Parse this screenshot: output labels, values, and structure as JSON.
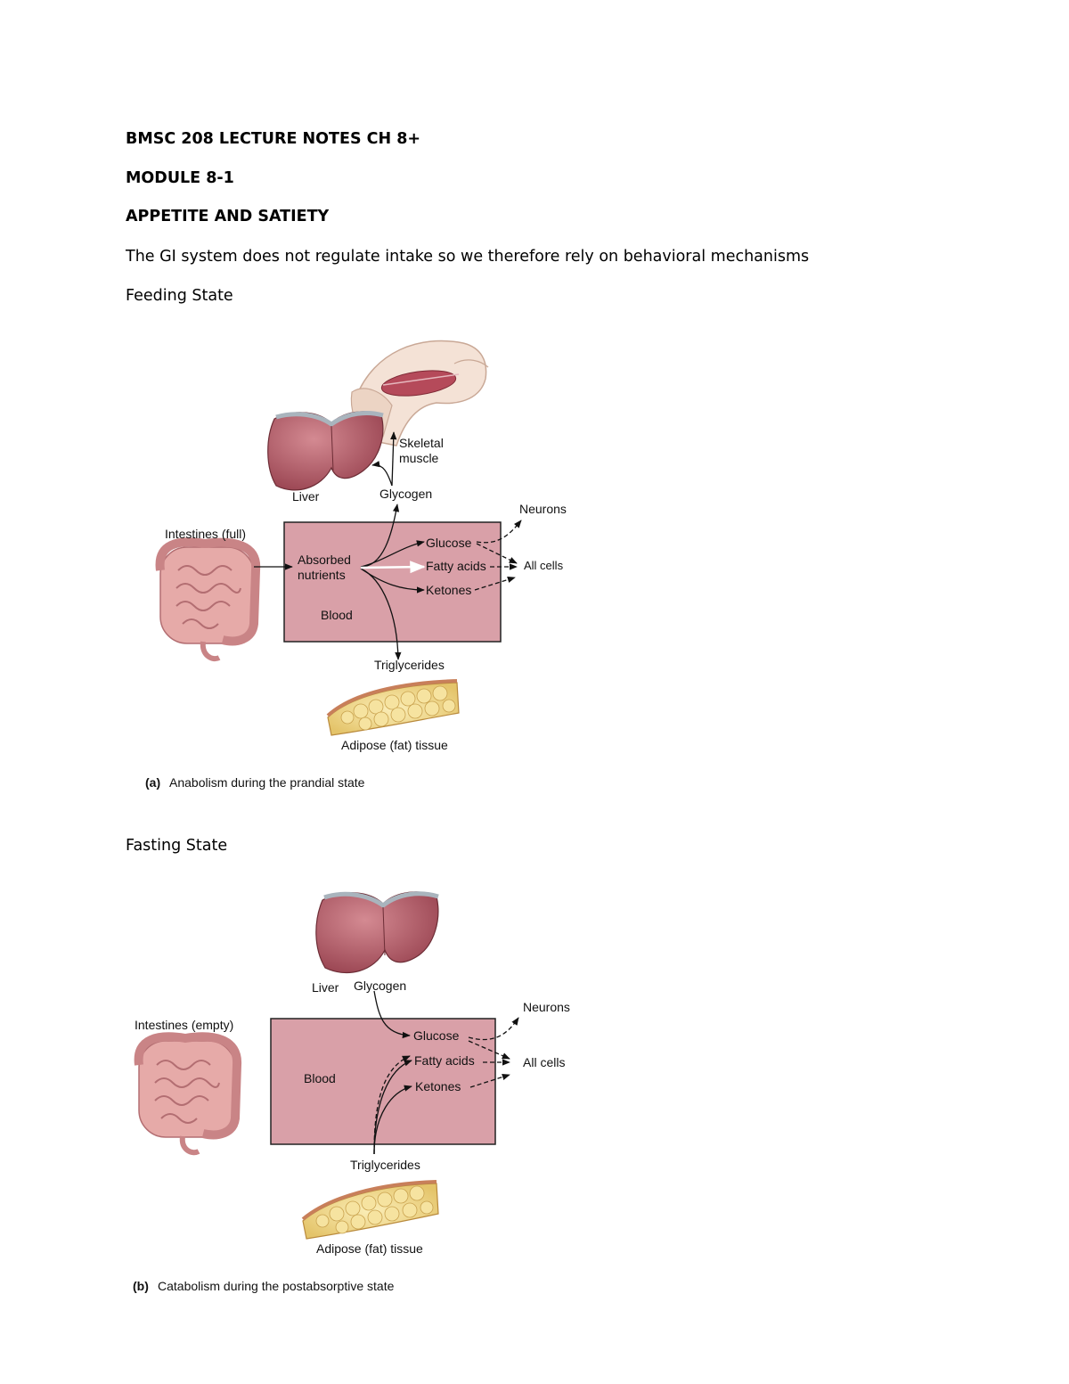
{
  "document": {
    "heading": "BMSC 208 LECTURE NOTES CH 8+",
    "module": "MODULE 8-1",
    "section": "APPETITE AND SATIETY",
    "intro": "The GI system does not regulate intake so we therefore rely on behavioral mechanisms",
    "feeding_heading": "Feeding State",
    "fasting_heading": "Fasting State"
  },
  "figure_a": {
    "skeletal_muscle_1": "Skeletal",
    "skeletal_muscle_2": "muscle",
    "liver": "Liver",
    "glycogen": "Glycogen",
    "neurons": "Neurons",
    "intestines": "Intestines (full)",
    "absorbed_1": "Absorbed",
    "absorbed_2": "nutrients",
    "glucose": "Glucose",
    "fatty_acids": "Fatty acids",
    "ketones": "Ketones",
    "all_cells": "All cells",
    "blood": "Blood",
    "triglycerides": "Triglycerides",
    "adipose": "Adipose (fat) tissue",
    "caption_letter": "(a)",
    "caption_text": "Anabolism during the prandial state"
  },
  "figure_b": {
    "liver": "Liver",
    "glycogen": "Glycogen",
    "neurons": "Neurons",
    "intestines": "Intestines (empty)",
    "glucose": "Glucose",
    "fatty_acids": "Fatty acids",
    "ketones": "Ketones",
    "all_cells": "All cells",
    "blood": "Blood",
    "triglycerides": "Triglycerides",
    "adipose": "Adipose (fat) tissue",
    "caption_letter": "(b)",
    "caption_text": "Catabolism during the postabsorptive state"
  },
  "colors": {
    "blood_box": "#d9a0a8",
    "liver": "#b15a66",
    "intestine": "#e2a4a4",
    "fat": "#f0dc96"
  }
}
